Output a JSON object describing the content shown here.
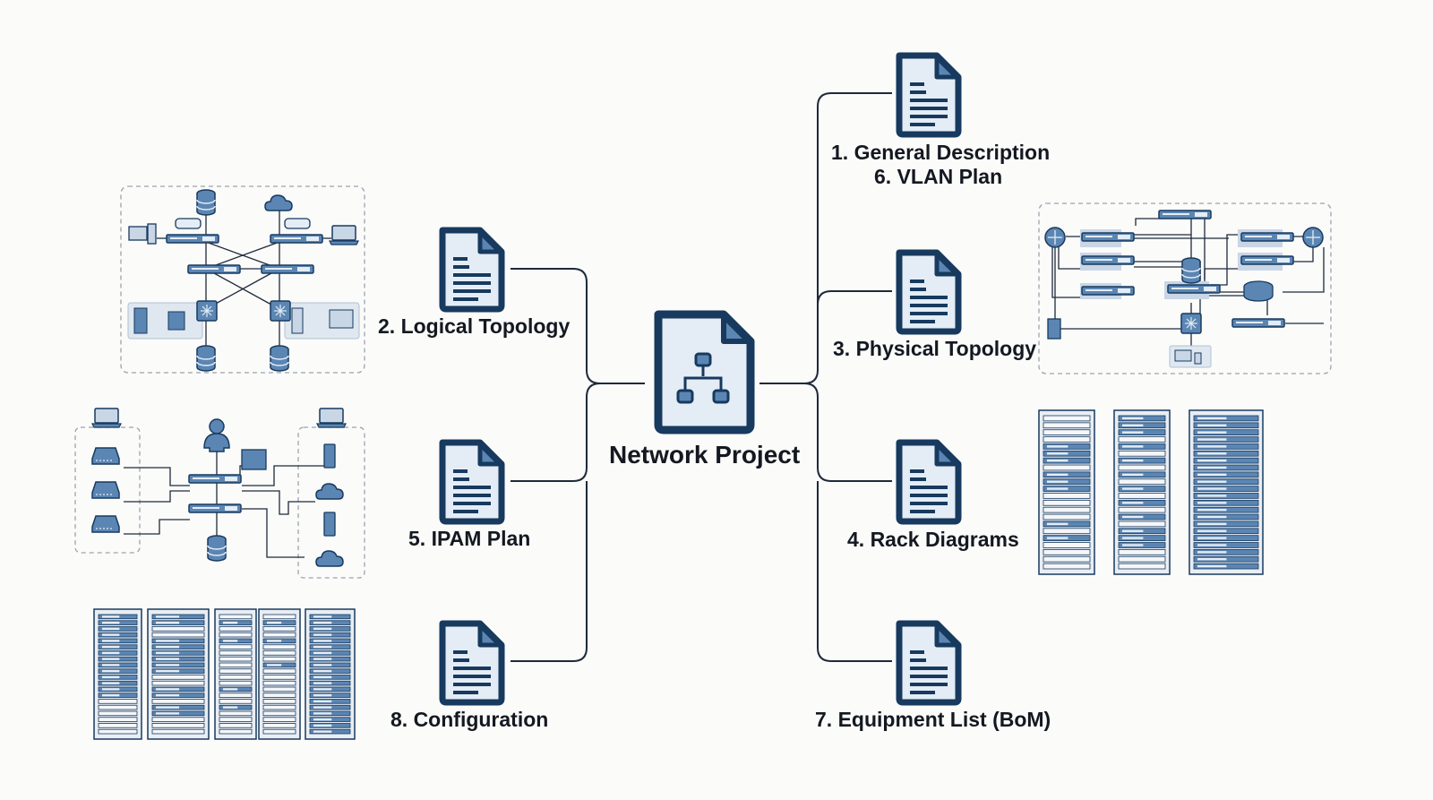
{
  "title": "Network Project",
  "colors": {
    "navy": "#173a5e",
    "line": "#1e2a3a",
    "accent": "#5b86b4",
    "fill_light": "#e4ecf5",
    "panel": "#c9d6e6",
    "background": "#fbfbfa"
  },
  "center": {
    "label": "Network Project",
    "icon": "network-document-icon"
  },
  "documents": [
    {
      "id": "general",
      "label": "1. General Description",
      "icon": "document-icon"
    },
    {
      "id": "vlan",
      "label": "6. VLAN Plan",
      "icon": "document-icon"
    },
    {
      "id": "logical",
      "label": "2. Logical Topology",
      "icon": "document-icon"
    },
    {
      "id": "physical",
      "label": "3. Physical Topology",
      "icon": "document-icon"
    },
    {
      "id": "ipam",
      "label": "5. IPAM Plan",
      "icon": "document-icon"
    },
    {
      "id": "rack",
      "label": "4. Rack Diagrams",
      "icon": "document-icon"
    },
    {
      "id": "config",
      "label": "8. Configuration",
      "icon": "document-icon"
    },
    {
      "id": "bom",
      "label": "7. Equipment List (BoM)",
      "icon": "document-icon"
    }
  ],
  "illustrations": [
    {
      "id": "logical-topology",
      "description": "mesh of switches, databases, cloud, PCs"
    },
    {
      "id": "ipam-diagram",
      "description": "switches linked to servers, clouds, laptops"
    },
    {
      "id": "config-racks",
      "description": "five server racks"
    },
    {
      "id": "physical-topology",
      "description": "routers, switches, core switch, storage"
    },
    {
      "id": "rack-diagrams",
      "description": "three server racks"
    }
  ]
}
